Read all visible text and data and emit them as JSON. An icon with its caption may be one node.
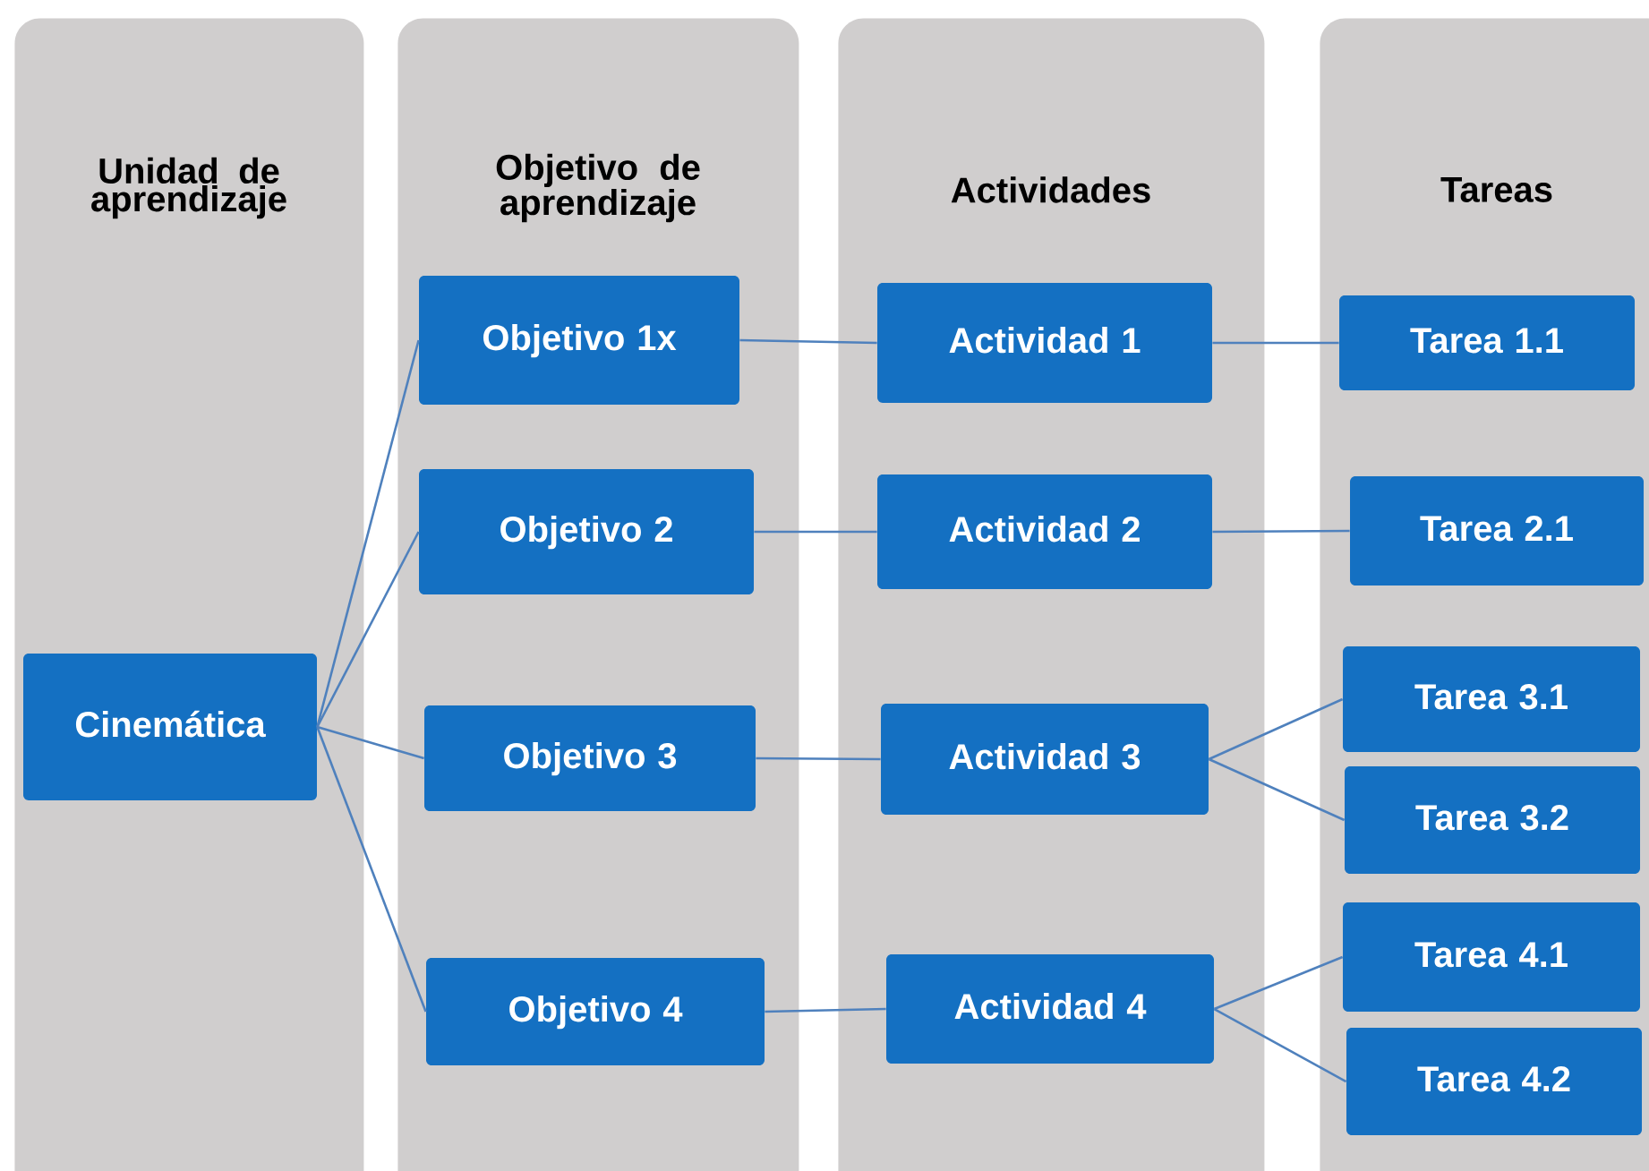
{
  "diagram": {
    "nodes": [
      {
        "text": [
          "Unidad de aprendizaje"
        ]
      },
      {
        "text": [
          "Cinemática"
        ],
        "in": 0
      },
      {
        "text": [
          "Objetivo de aprendizaje"
        ]
      },
      {
        "text": [
          "Objetivo 1x"
        ],
        "in": 2
      },
      {
        "text": [
          "Objetivo 2"
        ],
        "in": 2
      },
      {
        "text": [
          "Objetivo 3"
        ],
        "in": 2
      },
      {
        "text": [
          "Objetivo 4"
        ],
        "in": 2
      },
      {
        "text": [
          "Actividades"
        ]
      },
      {
        "text": [
          "Actividad 1"
        ],
        "in": 7
      },
      {
        "text": [
          "Actividad 2"
        ],
        "in": 7
      },
      {
        "text": [
          "Actividad 3"
        ],
        "in": 7
      },
      {
        "text": [
          "Actividad 4"
        ],
        "in": 7
      },
      {
        "text": [
          "Tareas"
        ]
      },
      {
        "text": [
          "Tarea 1.1"
        ],
        "in": 12
      },
      {
        "text": [
          "Tarea 2.1"
        ],
        "in": 12
      },
      {
        "text": [
          "Tarea 3.1"
        ],
        "in": 12
      },
      {
        "text": [
          "Tarea 3.2"
        ],
        "in": 12
      },
      {
        "text": [
          "Tarea 4.1"
        ],
        "in": 12
      },
      {
        "text": [
          "Tarea 4.2"
        ],
        "in": 12
      }
    ],
    "edges": [
      {
        "from": 1,
        "to": 3,
        "arrow": "none"
      },
      {
        "from": 1,
        "to": 4,
        "arrow": "none"
      },
      {
        "from": 1,
        "to": 5,
        "arrow": "none"
      },
      {
        "from": 1,
        "to": 6,
        "arrow": "none"
      },
      {
        "from": 3,
        "to": 8,
        "arrow": "none"
      },
      {
        "from": 4,
        "to": 9,
        "arrow": "none"
      },
      {
        "from": 5,
        "to": 10,
        "arrow": "none"
      },
      {
        "from": 6,
        "to": 11,
        "arrow": "none"
      },
      {
        "from": 8,
        "to": 13,
        "arrow": "none"
      },
      {
        "from": 9,
        "to": 14,
        "arrow": "none"
      },
      {
        "from": 10,
        "to": 15,
        "arrow": "none"
      },
      {
        "from": 10,
        "to": 16,
        "arrow": "none"
      },
      {
        "from": 11,
        "to": 17,
        "arrow": "none"
      },
      {
        "from": 11,
        "to": 18,
        "arrow": "none"
      }
    ]
  }
}
